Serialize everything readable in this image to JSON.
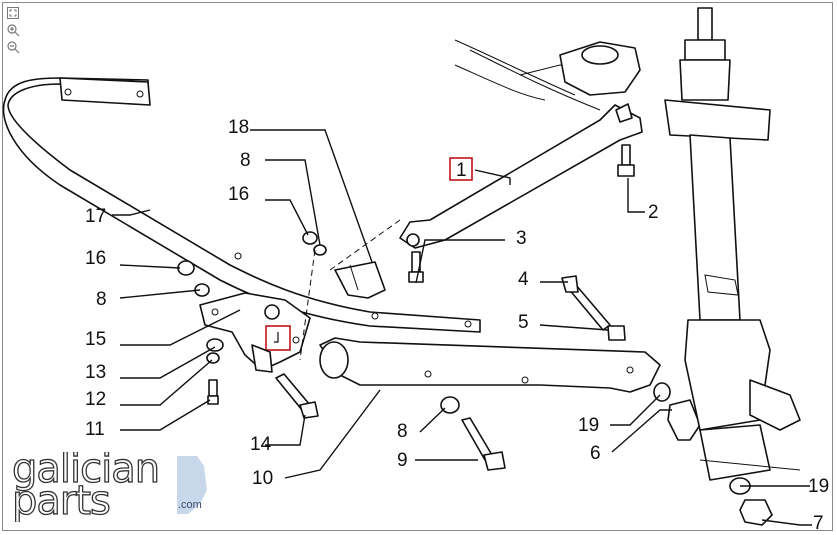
{
  "diagram": {
    "callouts": [
      {
        "id": "c1",
        "label": "1",
        "highlighted": true
      },
      {
        "id": "c2",
        "label": "2"
      },
      {
        "id": "c3",
        "label": "3"
      },
      {
        "id": "c4",
        "label": "4"
      },
      {
        "id": "c5",
        "label": "5"
      },
      {
        "id": "c6",
        "label": "6"
      },
      {
        "id": "c7",
        "label": "7"
      },
      {
        "id": "c8a",
        "label": "8"
      },
      {
        "id": "c8b",
        "label": "8"
      },
      {
        "id": "c8c",
        "label": "8"
      },
      {
        "id": "c9",
        "label": "9"
      },
      {
        "id": "c10",
        "label": "10"
      },
      {
        "id": "c11",
        "label": "11"
      },
      {
        "id": "c12",
        "label": "12"
      },
      {
        "id": "c13",
        "label": "13"
      },
      {
        "id": "c14",
        "label": "14"
      },
      {
        "id": "c15",
        "label": "15"
      },
      {
        "id": "c16a",
        "label": "16"
      },
      {
        "id": "c16b",
        "label": "16"
      },
      {
        "id": "c17",
        "label": "17"
      },
      {
        "id": "c18",
        "label": "18"
      },
      {
        "id": "c19a",
        "label": "19"
      },
      {
        "id": "c19b",
        "label": "19"
      }
    ],
    "highlight_color": "#c0141a",
    "line_color": "#111111"
  },
  "toolbar": {
    "icons": [
      "fullscreen-icon",
      "zoom-in-icon",
      "zoom-out-icon"
    ]
  },
  "logo": {
    "line1": "galician",
    "line2": "parts",
    "suffix": ".com",
    "accent_color": "#c8d8ea"
  }
}
